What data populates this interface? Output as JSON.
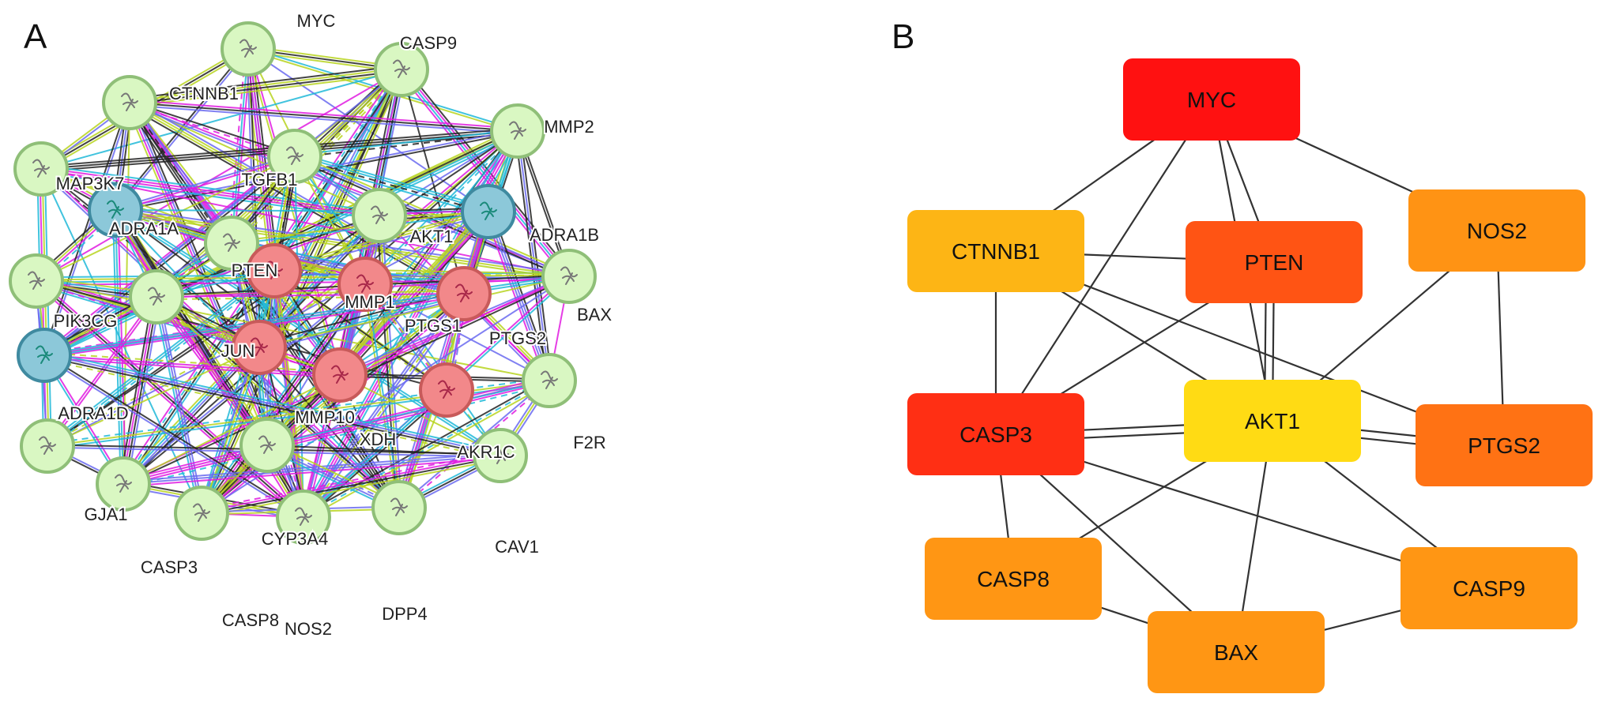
{
  "panels": [
    {
      "id": "A",
      "letter": "A",
      "kind": "STRING protein-protein interaction network",
      "node_fill_colors": {
        "default": "#d9f7c2",
        "query_red": "#f2888a",
        "blue": "#8cc8d9"
      },
      "node_border_colors": {
        "default": "#8fbf78",
        "query_red": "#c85a5a",
        "blue": "#3f8aa0"
      },
      "edge_colors": [
        "#b7d41e",
        "#e11be1",
        "#222222",
        "#20b8d8",
        "#6a6af0"
      ],
      "nodes": [
        {
          "id": "MYC",
          "label": "MYC",
          "group": "default"
        },
        {
          "id": "CASP9",
          "label": "CASP9",
          "group": "default"
        },
        {
          "id": "CTNNB1",
          "label": "CTNNB1",
          "group": "default"
        },
        {
          "id": "MMP2",
          "label": "MMP2",
          "group": "default"
        },
        {
          "id": "MAP3K7",
          "label": "MAP3K7",
          "group": "default"
        },
        {
          "id": "TGFB1",
          "label": "TGFB1",
          "group": "default"
        },
        {
          "id": "ADRA1A",
          "label": "ADRA1A",
          "group": "blue"
        },
        {
          "id": "AKT1",
          "label": "AKT1",
          "group": "default"
        },
        {
          "id": "ADRA1B",
          "label": "ADRA1B",
          "group": "blue"
        },
        {
          "id": "PTEN",
          "label": "PTEN",
          "group": "default"
        },
        {
          "id": "PIK3CG",
          "label": "PIK3CG",
          "group": "default"
        },
        {
          "id": "MMP1",
          "label": "MMP1",
          "group": "query_red"
        },
        {
          "id": "PTGS1",
          "label": "PTGS1",
          "group": "query_red"
        },
        {
          "id": "PTGS2",
          "label": "PTGS2",
          "group": "query_red"
        },
        {
          "id": "BAX",
          "label": "BAX",
          "group": "default"
        },
        {
          "id": "JUN",
          "label": "JUN",
          "group": "default"
        },
        {
          "id": "MMP10",
          "label": "MMP10",
          "group": "query_red"
        },
        {
          "id": "XDH",
          "label": "XDH",
          "group": "query_red"
        },
        {
          "id": "AKR1C",
          "label": "AKR1C",
          "group": "query_red"
        },
        {
          "id": "F2R",
          "label": "F2R",
          "group": "default"
        },
        {
          "id": "ADRA1D",
          "label": "ADRA1D",
          "group": "blue"
        },
        {
          "id": "GJA1",
          "label": "GJA1",
          "group": "default"
        },
        {
          "id": "CASP3",
          "label": "CASP3",
          "group": "default"
        },
        {
          "id": "CYP3A4",
          "label": "CYP3A4",
          "group": "default"
        },
        {
          "id": "CAV1",
          "label": "CAV1",
          "group": "default"
        },
        {
          "id": "CASP8",
          "label": "CASP8",
          "group": "default"
        },
        {
          "id": "NOS2",
          "label": "NOS2",
          "group": "default"
        },
        {
          "id": "DPP4",
          "label": "DPP4",
          "group": "default"
        }
      ]
    },
    {
      "id": "B",
      "letter": "B",
      "kind": "Hub gene network (top 10)",
      "edge_color": "#333333",
      "nodes": [
        {
          "id": "MYC",
          "label": "MYC",
          "color": "#ff1111"
        },
        {
          "id": "CTNNB1",
          "label": "CTNNB1",
          "color": "#fdb515"
        },
        {
          "id": "PTEN",
          "label": "PTEN",
          "color": "#ff5414"
        },
        {
          "id": "NOS2",
          "label": "NOS2",
          "color": "#ff9314"
        },
        {
          "id": "CASP3",
          "label": "CASP3",
          "color": "#ff2f14"
        },
        {
          "id": "AKT1",
          "label": "AKT1",
          "color": "#ffdb14"
        },
        {
          "id": "PTGS2",
          "label": "PTGS2",
          "color": "#ff7214"
        },
        {
          "id": "CASP8",
          "label": "CASP8",
          "color": "#ff9614"
        },
        {
          "id": "CASP9",
          "label": "CASP9",
          "color": "#ff9614"
        },
        {
          "id": "BAX",
          "label": "BAX",
          "color": "#ff9614"
        }
      ],
      "edges": [
        [
          "MYC",
          "CTNNB1"
        ],
        [
          "MYC",
          "CASP3"
        ],
        [
          "MYC",
          "PTEN"
        ],
        [
          "MYC",
          "AKT1"
        ],
        [
          "MYC",
          "NOS2"
        ],
        [
          "CTNNB1",
          "PTEN"
        ],
        [
          "CTNNB1",
          "CASP3"
        ],
        [
          "CTNNB1",
          "AKT1"
        ],
        [
          "CTNNB1",
          "PTGS2"
        ],
        [
          "PTEN",
          "CASP3"
        ],
        [
          "PTEN",
          "AKT1"
        ],
        [
          "PTEN",
          "AKT1"
        ],
        [
          "NOS2",
          "AKT1"
        ],
        [
          "NOS2",
          "PTGS2"
        ],
        [
          "CASP3",
          "AKT1"
        ],
        [
          "CASP3",
          "AKT1"
        ],
        [
          "CASP3",
          "CASP8"
        ],
        [
          "CASP3",
          "BAX"
        ],
        [
          "CASP3",
          "CASP9"
        ],
        [
          "AKT1",
          "PTGS2"
        ],
        [
          "AKT1",
          "PTGS2"
        ],
        [
          "AKT1",
          "CASP8"
        ],
        [
          "AKT1",
          "BAX"
        ],
        [
          "AKT1",
          "CASP9"
        ],
        [
          "CASP8",
          "BAX"
        ],
        [
          "BAX",
          "CASP9"
        ]
      ]
    }
  ]
}
